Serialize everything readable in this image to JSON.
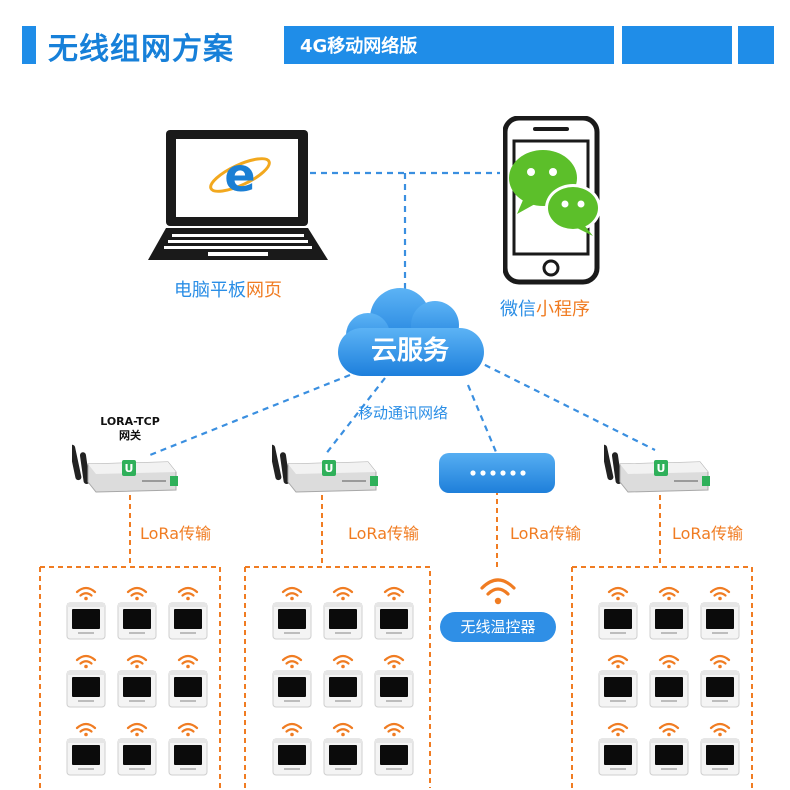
{
  "header": {
    "title": "无线组网方案",
    "subtitle": "4G移动网络版"
  },
  "devices": {
    "pc_label_part1": "电脑平板",
    "pc_label_part2": "网页",
    "mobile_label_part1": "微信",
    "mobile_label_part2": "小程序"
  },
  "cloud": {
    "label": "云服务"
  },
  "network": {
    "label": "移动通讯网络"
  },
  "gateway": {
    "name_line1": "LORA-TCP",
    "name_line2": "网关"
  },
  "lora": {
    "label": "LoRa传输"
  },
  "thermostat": {
    "label": "无线温控器"
  },
  "colors": {
    "primary_blue": "#1f8de8",
    "accent_orange": "#f07c22",
    "link_blue": "#3a8fe0"
  }
}
